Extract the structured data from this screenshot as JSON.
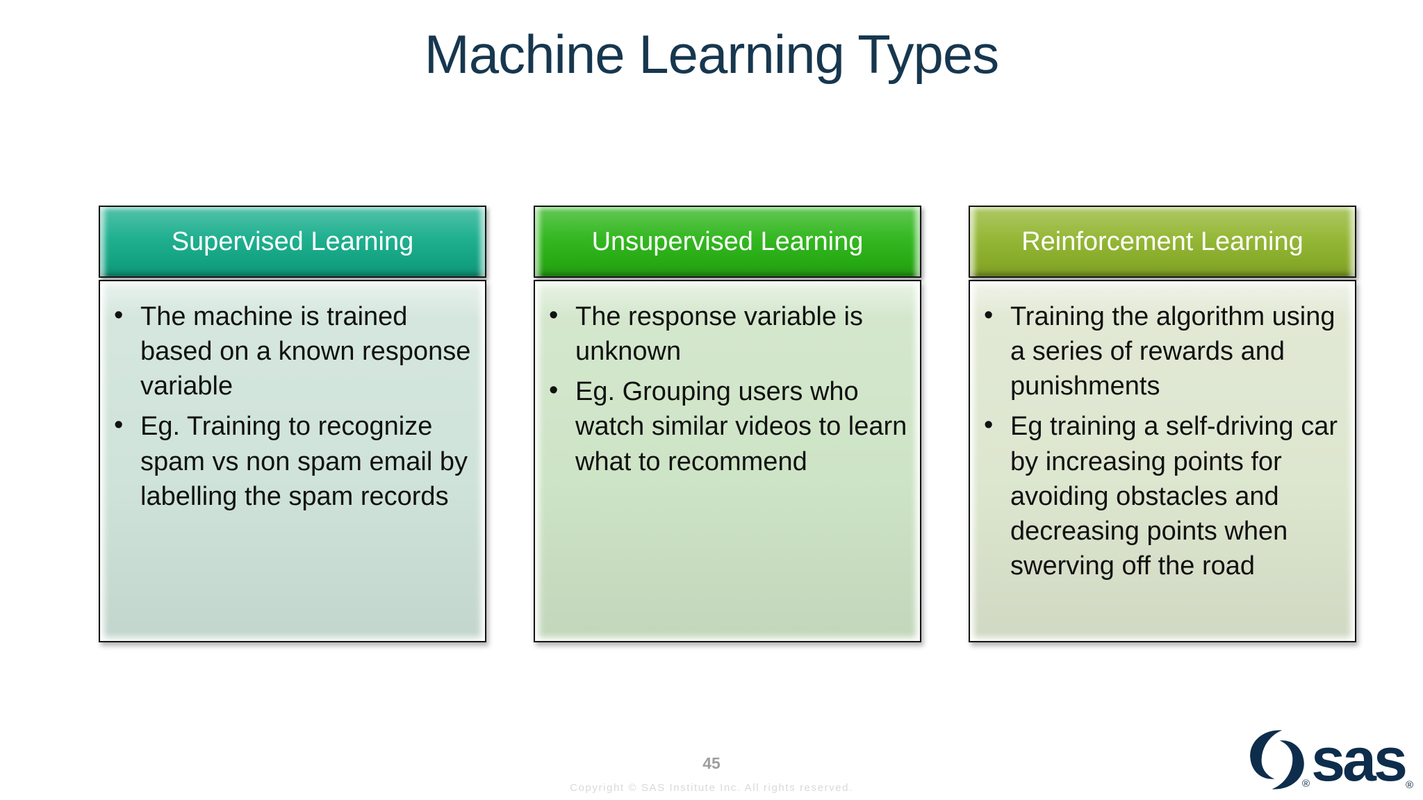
{
  "slide": {
    "title": "Machine Learning Types",
    "title_color": "#17374f"
  },
  "cards": [
    {
      "title": "Supervised Learning",
      "header_color": "#12ab89",
      "body_color": "#cfe3da",
      "bullets": [
        "The machine is trained based on a known response variable",
        "Eg. Training to recognize spam vs non spam email by labelling the spam records"
      ]
    },
    {
      "title": "Unsupervised Learning",
      "header_color": "#28b314",
      "body_color": "#cee4c6",
      "bullets": [
        "The response variable is unknown",
        "Eg. Grouping users who watch similar videos to learn what to recommend"
      ]
    },
    {
      "title": "Reinforcement Learning",
      "header_color": "#8fb32b",
      "body_color": "#dde6cf",
      "bullets": [
        "Training the algorithm using a series of rewards and punishments",
        "Eg training a self-driving car by increasing points for avoiding obstacles and decreasing points when swerving off the road"
      ]
    }
  ],
  "footer": {
    "page_number": "45",
    "page_number_color": "#9e9e9e",
    "copyright": "Copyright © SAS Institute Inc. All rights reserved.",
    "copyright_color": "#d9d9d9"
  },
  "logo": {
    "text": "sas",
    "registered_mark": "®",
    "color": "#0e2d4c"
  }
}
